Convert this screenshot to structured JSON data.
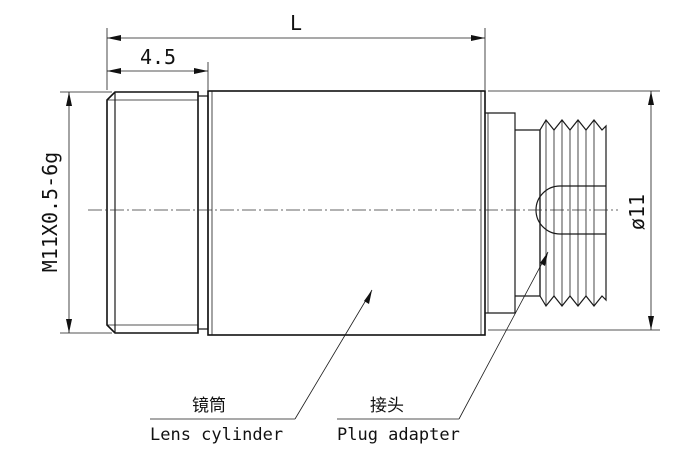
{
  "dimensions": {
    "overall_length": "L",
    "cap_length": "4.5",
    "thread_spec": "M11X0.5-6g",
    "diameter": "ø11"
  },
  "callouts": {
    "lens_cylinder": {
      "label_cn": "镜筒",
      "label_en": "Lens cylinder"
    },
    "plug_adapter": {
      "label_cn": "接头",
      "label_en": "Plug adapter"
    }
  },
  "colors": {
    "line": "#1a1a1a",
    "background": "#ffffff"
  }
}
